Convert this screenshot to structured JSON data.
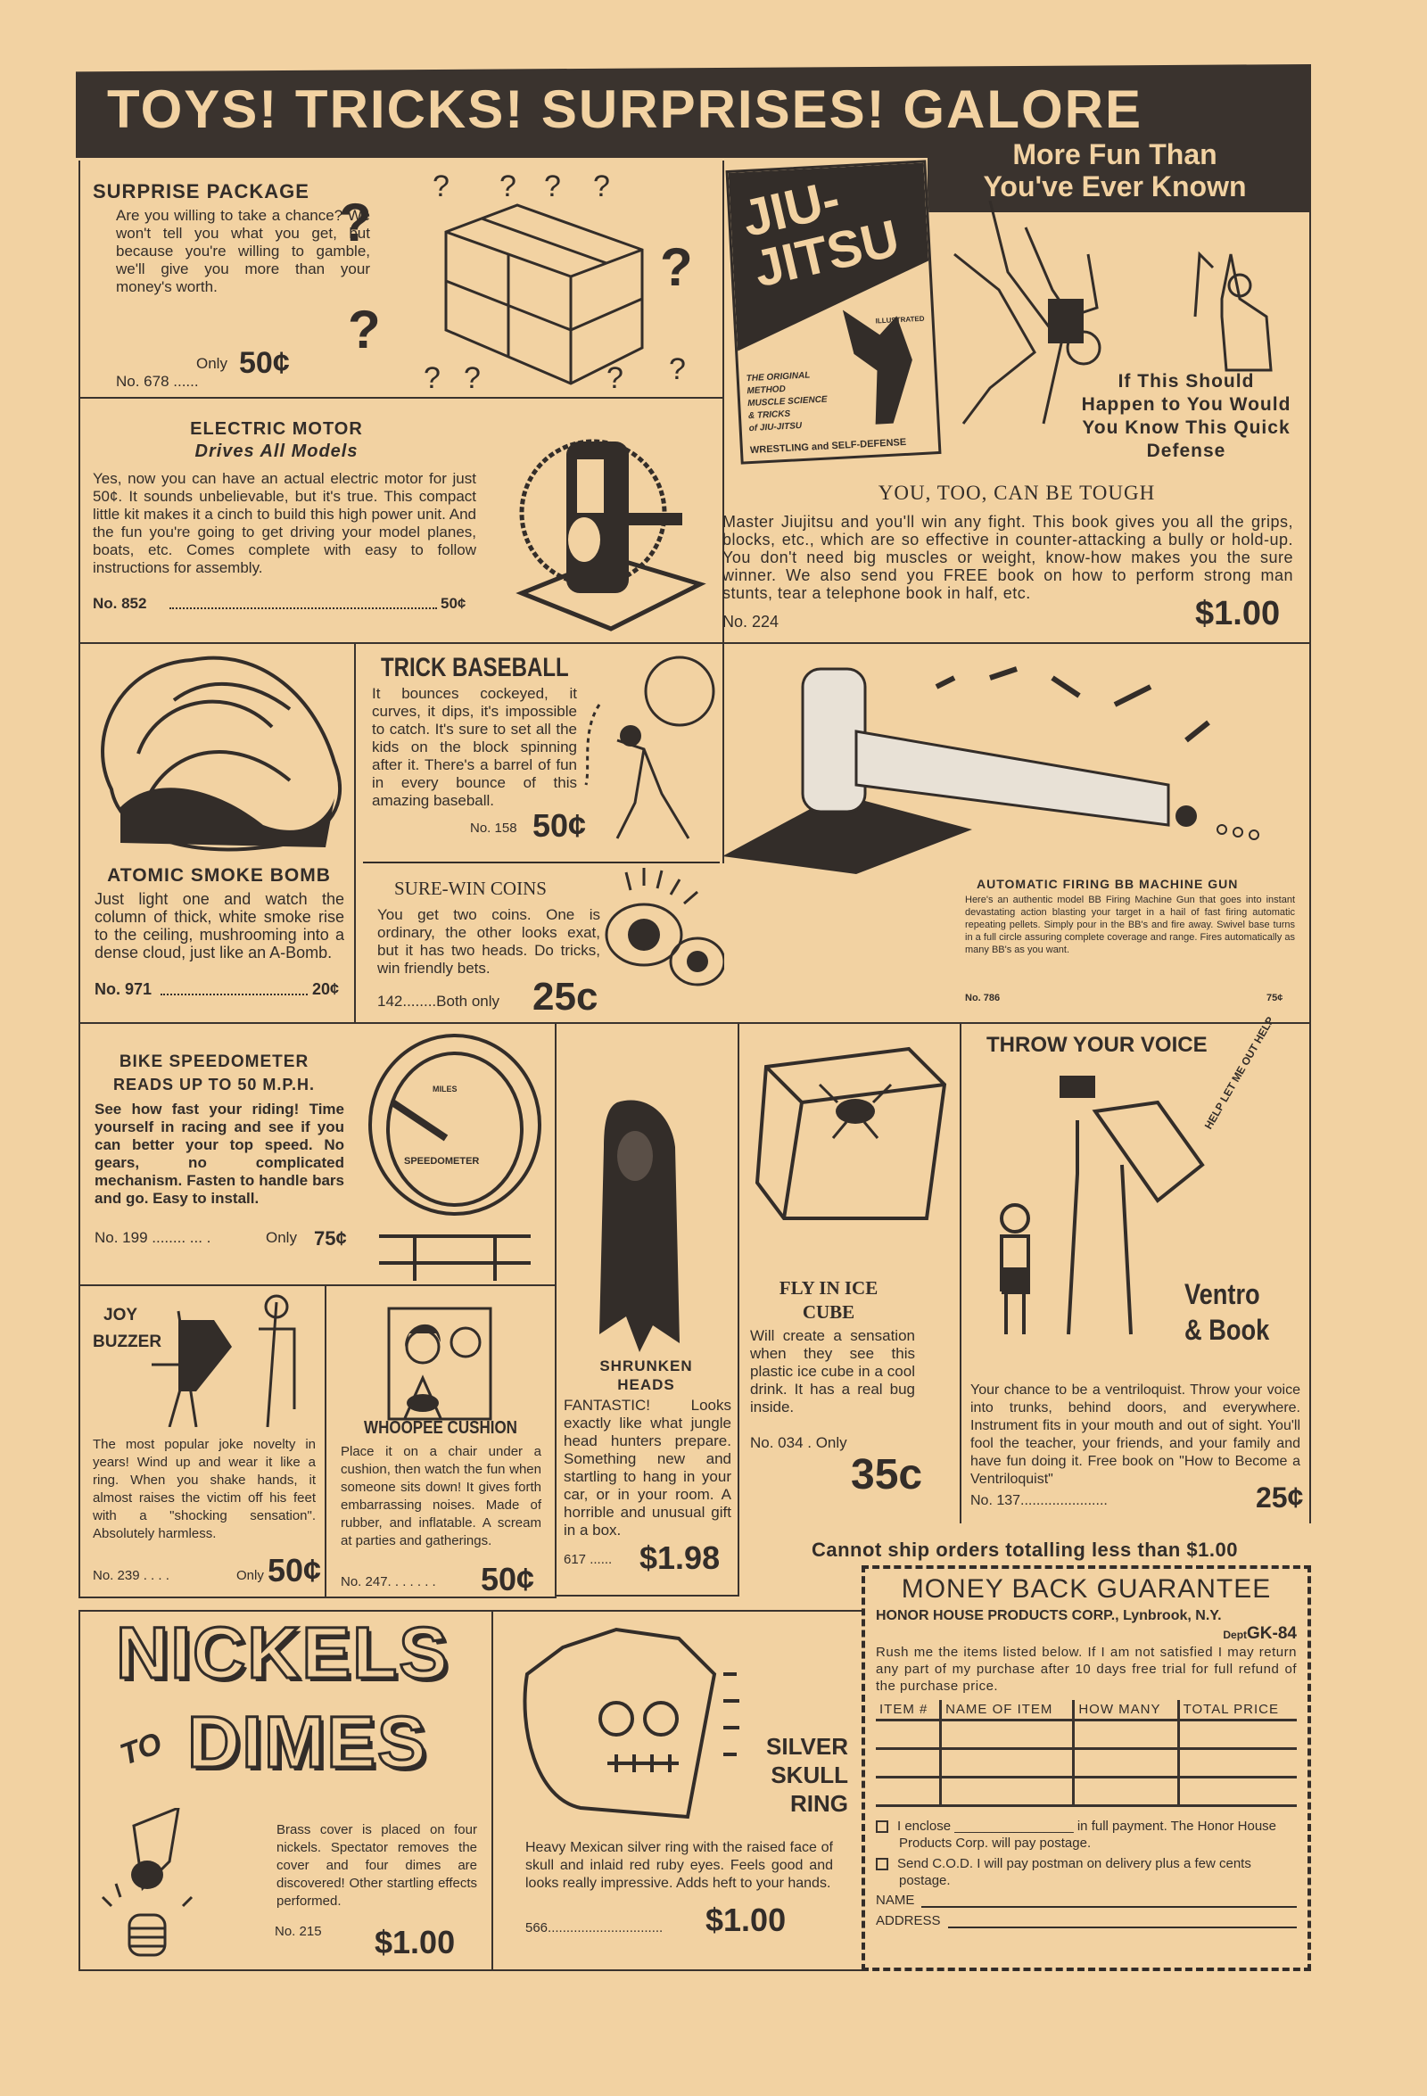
{
  "banner": {
    "title": "TOYS! TRICKS! SURPRISES! GALORE",
    "subtitle_1": "More Fun Than",
    "subtitle_2": "You've Ever Known"
  },
  "surprise_package": {
    "title": "SURPRISE PACKAGE",
    "body": "Are you willing to take a chance? We won't tell you what you get, but because you're willing to gamble, we'll give you more than your money's worth.",
    "only": "Only",
    "price": "50¢",
    "number": "No. 678 ......"
  },
  "electric_motor": {
    "title": "ELECTRIC MOTOR",
    "subtitle": "Drives All Models",
    "body": "Yes, now you can have an actual electric motor for just 50¢. It sounds unbelievable, but it's true. This compact little kit makes it a cinch to build this high power unit. And the fun you're going to get driving your model planes, boats, etc. Comes complete with easy to follow instructions for assembly.",
    "number": "No. 852",
    "price": "50¢"
  },
  "jiujitsu": {
    "book_title_1": "JIU-",
    "book_title_2": "JITSU",
    "book_small": "ILLUSTRATED",
    "book_lines": [
      "THE ORIGINAL METHOD",
      "MUSCLE SCIENCE",
      "& TRICKS",
      "of JIU-JITSU"
    ],
    "book_footer": "WRESTLING and SELF-DEFENSE",
    "callout": "If This Should Happen to You Would You Know This Quick Defense",
    "title": "YOU, TOO, CAN BE TOUGH",
    "body": "Master Jiujitsu and you'll win any fight. This book gives you all the grips, blocks, etc., which are so effective in counter-attacking a bully or hold-up. You don't need big muscles or weight, know-how makes you the sure winner. We also send you FREE book on how to perform strong man stunts, tear a telephone book in half, etc.",
    "number": "No. 224",
    "price": "$1.00"
  },
  "smoke_bomb": {
    "title": "ATOMIC SMOKE BOMB",
    "body": "Just light one and watch the column of thick, white smoke rise to the ceiling, mushrooming into a dense cloud, just like an A-Bomb.",
    "number": "No. 971",
    "price": "20¢"
  },
  "trick_baseball": {
    "title": "TRICK BASEBALL",
    "body": "It bounces cockeyed, it curves, it dips, it's impossible to catch. It's sure to set all the kids on the block spinning after it. There's a barrel of fun in every bounce of this amazing baseball.",
    "number": "No. 158",
    "price": "50¢"
  },
  "sure_win_coins": {
    "title": "SURE-WIN COINS",
    "body": "You get two coins. One is ordinary, the other looks exat, but it has two heads. Do tricks, win friendly bets.",
    "number": "142........Both only",
    "price": "25c"
  },
  "machine_gun": {
    "title": "AUTOMATIC FIRING BB MACHINE GUN",
    "body": "Here's an authentic model BB Firing Machine Gun that goes into instant devastating action blasting your target in a hail of fast firing automatic repeating pellets. Simply pour in the BB's and fire away. Swivel base turns in a full circle assuring complete coverage and range. Fires automatically as many BB's as you want.",
    "number": "No. 786",
    "price": "75¢"
  },
  "speedometer": {
    "title": "BIKE SPEEDOMETER",
    "subtitle": "READS UP TO 50 M.P.H.",
    "body": "See how fast your riding! Time yourself in racing and see if you can better your top speed. No gears, no complicated mechanism. Fasten to handle bars and go. Easy to install.",
    "number": "No. 199 ........ ... .",
    "only": "Only",
    "price": "75¢",
    "dial_label": "SPEEDOMETER",
    "dial_miles": "MILES"
  },
  "shrunken_heads": {
    "title_1": "SHRUNKEN",
    "title_2": "HEADS",
    "body": "FANTASTIC! Looks exactly like what jungle head hunters prepare. Something new and startling to hang in your car, or in your room. A horrible and unusual gift in a box.",
    "number": "617 ......",
    "price": "$1.98"
  },
  "ice_cube": {
    "title_1": "FLY IN ICE",
    "title_2": "CUBE",
    "body": "Will create a sensation when they see this plastic ice cube in a cool drink. It has a real bug inside.",
    "number": "No. 034 . Only",
    "price": "35c"
  },
  "throw_voice": {
    "title": "THROW YOUR VOICE",
    "product_1": "Ventro",
    "product_2": "& Book",
    "trunk_text": "HELP LET ME OUT HELP",
    "body": "Your chance to be a ventriloquist. Throw your voice into trunks, behind doors, and everywhere. Instrument fits in your mouth and out of sight. You'll fool the teacher, your friends, and your family and have fun doing it. Free book on \"How to Become a Ventriloquist\"",
    "number": "No. 137......................",
    "price": "25¢"
  },
  "joy_buzzer": {
    "title_1": "JOY",
    "title_2": "BUZZER",
    "body": "The most popular joke novelty in years! Wind up and wear it like a ring. When you shake hands, it almost raises the victim off his feet with a \"shocking sensation\". Absolutely harmless.",
    "number": "No. 239 . . . .",
    "only": "Only",
    "price": "50¢"
  },
  "whoopee": {
    "title": "WHOOPEE CUSHION",
    "body": "Place it on a chair under a cushion, then watch the fun when someone sits down! It gives forth embarrassing noises. Made of rubber, and inflatable. A scream at parties and gatherings.",
    "number": "No. 247. . . . . . .",
    "price": "50¢"
  },
  "shipping_note": "Cannot ship orders totalling less than $1.00",
  "order_form": {
    "title": "MONEY BACK GUARANTEE",
    "company": "HONOR HOUSE PRODUCTS CORP., Lynbrook, N.Y.",
    "dept_label": "Dept",
    "dept": "GK-84",
    "body": "Rush me the items listed below. If I am not satisfied I may return any part of my purchase after 10 days free trial for full refund of the purchase price.",
    "columns": [
      "ITEM #",
      "NAME OF ITEM",
      "HOW MANY",
      "TOTAL PRICE"
    ],
    "option_1": "I enclose ________________ in full payment. The Honor House Products Corp. will pay postage.",
    "option_2": "Send C.O.D. I will pay postman on delivery plus a few cents postage.",
    "name_label": "NAME",
    "address_label": "ADDRESS"
  },
  "nickels": {
    "title_1": "NICKELS",
    "title_2": "TO",
    "title_3": "DIMES",
    "body": "Brass cover is placed on four nickels. Spectator removes the cover and four dimes are discovered! Other startling effects performed.",
    "number": "No. 215",
    "price": "$1.00"
  },
  "skull_ring": {
    "title_1": "SILVER",
    "title_2": "SKULL",
    "title_3": "RING",
    "body": "Heavy Mexican silver ring with the raised face of skull and inlaid red ruby eyes. Feels good and looks really impressive. Adds heft to your hands.",
    "number": "566...............................",
    "price": "$1.00"
  },
  "colors": {
    "paper": "#f2d2a2",
    "ink": "#332d29"
  }
}
